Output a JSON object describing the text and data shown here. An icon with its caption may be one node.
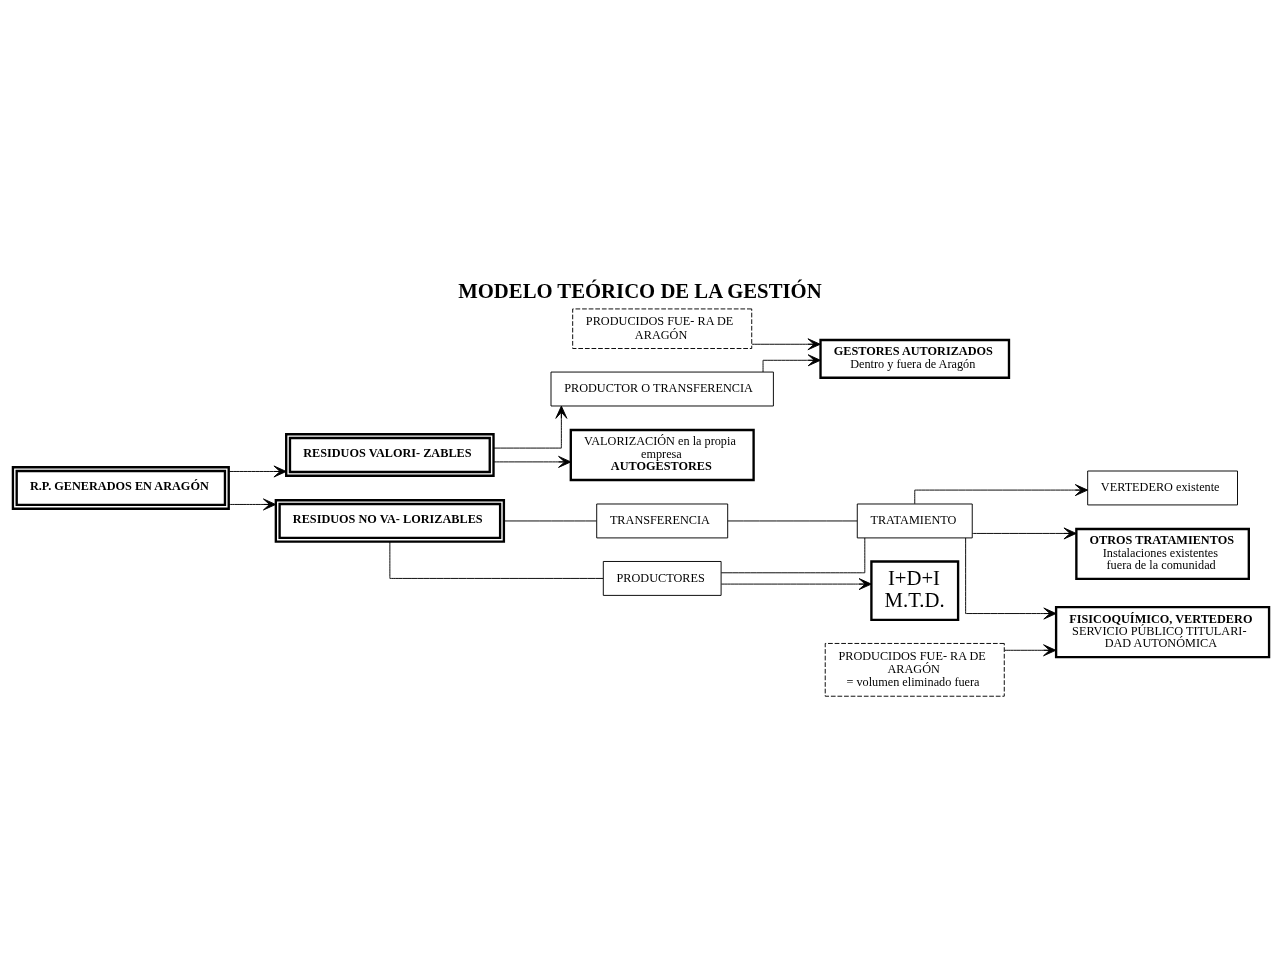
{
  "diagram": {
    "title": "MODELO TEÓRICO DE LA GESTIÓN",
    "nodes": [
      {
        "text": [
          "RESIDUOS VALORI- ZABLES"
        ]
      },
      {
        "text": [
          "PRODUCTOR O TRANSFERENCIA"
        ]
      },
      {
        "text": [
          "GESTORES AUTORIZADOS",
          "Dentro y fuera de Aragón"
        ]
      },
      {
        "text": [
          "VALORIZACIÓN en la propia empresa",
          "AUTOGESTORES"
        ]
      },
      {
        "text": [
          "PRODUCIDOS FUE- RA DE ARAGÓN"
        ]
      },
      {
        "text": [
          "R.P. GENERADOS EN ARAGÓN"
        ]
      },
      {
        "text": [
          "VERTEDERO existente"
        ]
      },
      {
        "text": [
          "FISICOQUÍMICO, VERTEDERO",
          "SERVICIO PÚBLICO TITULARI- DAD AUTONÓMICA"
        ]
      },
      {
        "text": [
          "PRODUCIDOS FUE- RA DE ARAGÓN",
          "= volumen eliminado fuera"
        ]
      },
      {
        "text": [
          "TRANSFERENCIA"
        ]
      },
      {
        "text": [
          "RESIDUOS NO VA- LORIZABLES"
        ]
      },
      {
        "text": [
          "TRATAMIENTO"
        ]
      },
      {
        "text": [
          "OTROS TRATAMIENTOS",
          "Instalaciones existentes fuera de la comunidad"
        ]
      },
      {
        "text": [
          "PRODUCTORES"
        ]
      },
      {
        "text": [
          "I+D+I",
          "M.T.D."
        ]
      }
    ],
    "edges": [
      {
        "from": 5,
        "to": 0,
        "arrow": "to"
      },
      {
        "from": 5,
        "to": 10,
        "arrow": "to"
      },
      {
        "from": 0,
        "to": 1,
        "arrow": "to"
      },
      {
        "from": 0,
        "to": 3,
        "arrow": "to"
      },
      {
        "from": 1,
        "to": 2,
        "arrow": "to"
      },
      {
        "from": 4,
        "to": 2,
        "arrow": "to"
      },
      {
        "from": 10,
        "to": 9,
        "arrow": "none"
      },
      {
        "from": 9,
        "to": 11,
        "arrow": "none"
      },
      {
        "from": 10,
        "to": 13,
        "arrow": "none"
      },
      {
        "from": 13,
        "to": 11,
        "arrow": "none"
      },
      {
        "from": 11,
        "to": 6,
        "arrow": "to"
      },
      {
        "from": 11,
        "to": 7,
        "arrow": "to"
      },
      {
        "from": 11,
        "to": 12,
        "arrow": "to"
      },
      {
        "from": 8,
        "to": 7,
        "arrow": "to"
      },
      {
        "from": 13,
        "to": 14,
        "arrow": "to"
      }
    ]
  }
}
